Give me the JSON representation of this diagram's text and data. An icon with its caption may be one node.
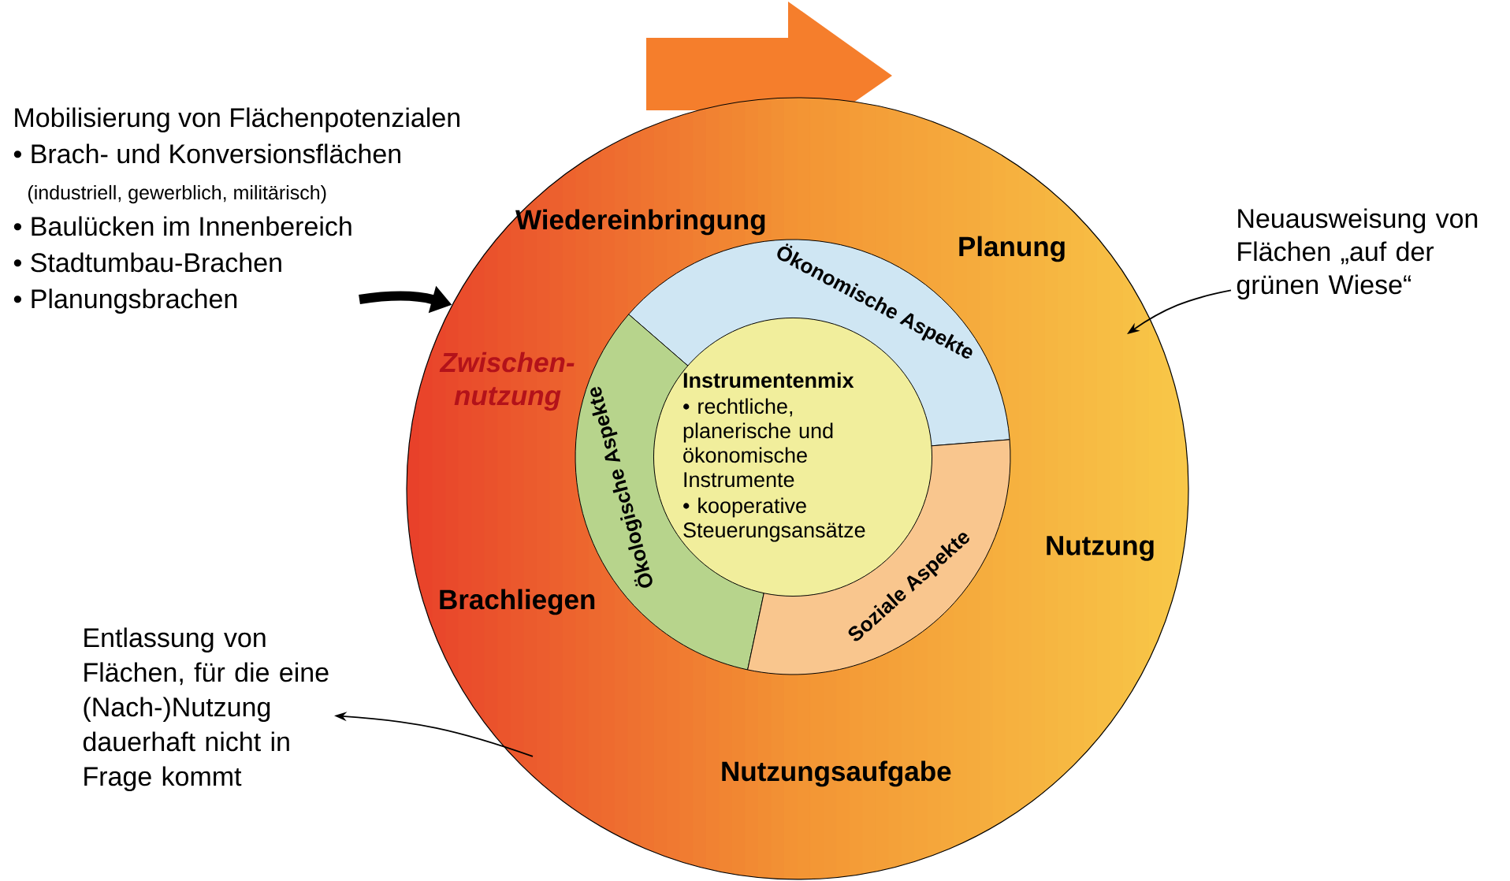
{
  "diagram": {
    "nodes": [
      {
        "text": [
          "Wiedereinbringung",
          "Zwischen- nutzung",
          "Planung",
          "Brachliegen",
          "Nutzung",
          "Nutzungsaufgabe"
        ]
      },
      {
        "text": [
          "Ökonomische Aspekte"
        ],
        "in": 0
      },
      {
        "text": [
          "Ökologische Aspekte"
        ],
        "in": 0
      },
      {
        "text": [
          "Soziale Aspekte"
        ],
        "in": 0
      },
      {
        "text": [
          "Instrumentenmix",
          "• rechtliche, planerische und ökonomische Instrumente",
          "• kooperative Steuerungsansätze"
        ],
        "in": 0
      },
      {
        "text": [
          "Mobilisierung von Flächenpotenzialen",
          "• Brach- und Konversionsflächen",
          "(industriell, gewerblich, militärisch)",
          "• Baulücken im Innenbereich",
          "• Stadtumbau-Brachen",
          "• Planungsbrachen"
        ]
      },
      {
        "text": [
          "Neuausweisung von Flächen „auf der grünen Wiese“"
        ]
      },
      {
        "text": [
          "Entlassung von Flächen, für die eine (Nach-)Nutzung dauerhaft nicht in Frage kommt"
        ]
      }
    ],
    "edges": [
      {
        "from": 5,
        "to": 0,
        "arrow": "to",
        "style": "thick"
      },
      {
        "from": 6,
        "to": 0,
        "arrow": "to"
      },
      {
        "from": 0,
        "to": 7,
        "arrow": "to"
      }
    ]
  }
}
